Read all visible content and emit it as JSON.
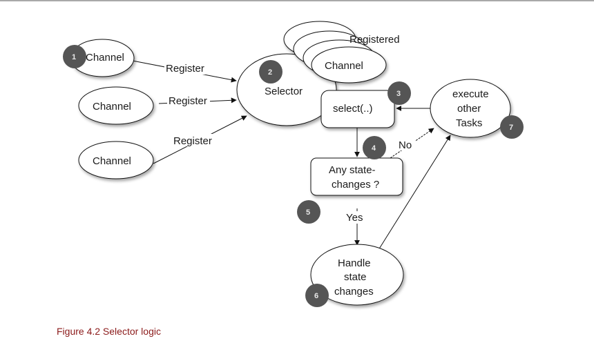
{
  "diagram": {
    "nodes": {
      "channel_1": "Channel",
      "channel_2": "Channel",
      "channel_3": "Channel",
      "selector": "Selector",
      "registered_label": "Registered",
      "registered_channel": "Channel",
      "select": "select(..)",
      "state_check_line1": "Any state-",
      "state_check_line2": "changes ?",
      "execute_line1": "execute",
      "execute_line2": "other",
      "execute_line3": "Tasks",
      "handle_line1": "Handle",
      "handle_line2": "state",
      "handle_line3": "changes"
    },
    "edges": {
      "register_1": "Register",
      "register_2": "Register",
      "register_3": "Register",
      "no": "No",
      "yes": "Yes"
    },
    "badges": [
      "1",
      "2",
      "3",
      "4",
      "5",
      "6",
      "7"
    ],
    "colors": {
      "badge": "#555555",
      "caption": "#8b1a1a",
      "stroke": "#111111"
    }
  },
  "caption": "Figure 4.2 Selector logic"
}
